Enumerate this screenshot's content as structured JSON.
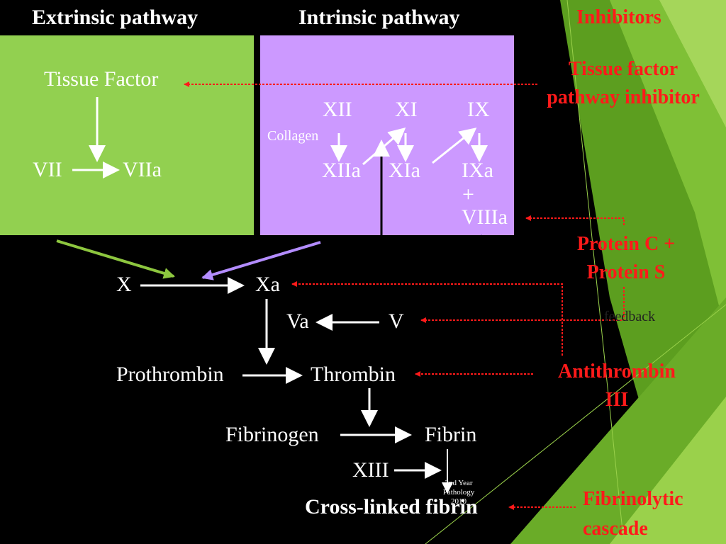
{
  "headers": {
    "extrinsic": "Extrinsic pathway",
    "intrinsic": "Intrinsic pathway",
    "inhibitors": "Inhibitors"
  },
  "extrinsic": {
    "tissue_factor": "Tissue Factor",
    "vii": "VII",
    "viia": "VIIa"
  },
  "intrinsic": {
    "xii": "XII",
    "xi": "XI",
    "ix": "IX",
    "collagen": "Collagen",
    "xiia": "XIIa",
    "xia": "XIa",
    "ixa": "IXa",
    "plus": "+",
    "viiia": "VIIIa"
  },
  "common": {
    "x": "X",
    "xa": "Xa",
    "va": "Va",
    "v": "V",
    "prothrombin": "Prothrombin",
    "thrombin": "Thrombin",
    "fibrinogen": "Fibrinogen",
    "fibrin": "Fibrin",
    "xiii": "XIII",
    "crosslinked": "Cross-linked fibrin"
  },
  "inhibitors": {
    "tfpi_line1": "Tissue factor",
    "tfpi_line2": "pathway inhibitor",
    "protein_c_line1": "Protein C +",
    "protein_c_line2": "Protein S",
    "feedback": "feedback",
    "antithrombin_line1": "Antithrombin",
    "antithrombin_line2": "III",
    "fibrinolytic_line1": "Fibrinolytic",
    "fibrinolytic_line2": "cascade"
  },
  "footer": {
    "line1": "2nd Year",
    "line2": "Pathology",
    "line3": "2010"
  },
  "colors": {
    "background": "#000000",
    "extrinsic_box": "#92d050",
    "intrinsic_box": "#cc99ff",
    "inhibitor_red": "#ff1a1a",
    "arrow_white": "#ffffff",
    "green_arrow": "#8dc63f",
    "purple_arrow": "#b38cff"
  }
}
